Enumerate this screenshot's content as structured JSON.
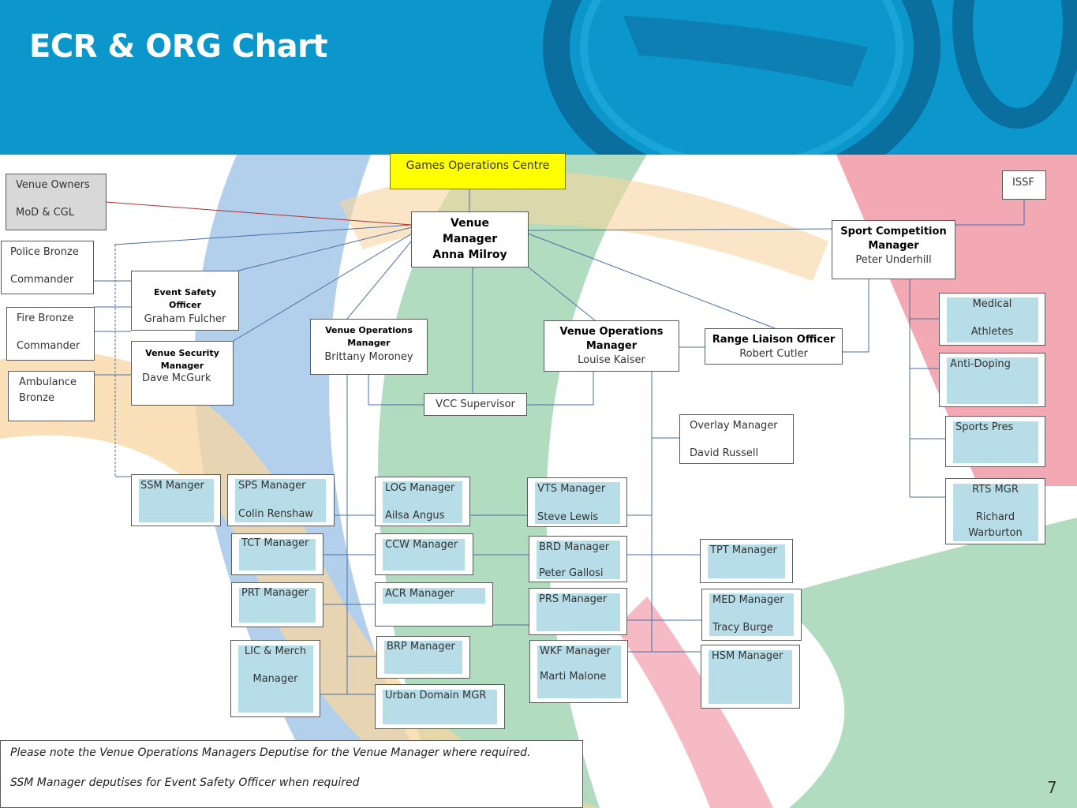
{
  "header": {
    "title": "ECR & ORG Chart"
  },
  "boxes": {
    "goc": "Games Operations Centre",
    "venue_owners": [
      "Venue Owners",
      "MoD & CGL"
    ],
    "police": [
      "Police Bronze",
      "Commander"
    ],
    "fire": [
      "Fire Bronze",
      "Commander"
    ],
    "ambulance": [
      "Ambulance",
      "Bronze"
    ],
    "venue_manager": [
      "Venue",
      "Manager",
      "Anna Milroy"
    ],
    "event_safety": [
      "Event Safety",
      "Officer",
      "Graham Fulcher"
    ],
    "venue_security": [
      "Venue Security",
      "Manager",
      "Dave McGurk"
    ],
    "vom1": [
      "Venue Operations",
      "Manager",
      "Brittany Moroney"
    ],
    "vom2": [
      "Venue Operations",
      "Manager",
      "Louise Kaiser"
    ],
    "vcc": "VCC Supervisor",
    "range_liaison": [
      "Range Liaison Officer",
      "Robert Cutler"
    ],
    "sport_comp": [
      "Sport Competition",
      "Manager",
      "Peter Underhill"
    ],
    "issf": "ISSF",
    "medical": [
      "Medical",
      "Athletes"
    ],
    "anti_doping": "Anti-Doping",
    "sports_pres": "Sports Pres",
    "rts": [
      "RTS MGR",
      "Richard",
      "Warburton"
    ],
    "overlay": [
      "Overlay Manager",
      "David Russell"
    ],
    "ssm": "SSM Manger",
    "sps": [
      "SPS Manager",
      "Colin Renshaw"
    ],
    "tct": "TCT Manager",
    "prt": "PRT Manager",
    "lic": [
      "LIC & Merch",
      "Manager"
    ],
    "log": [
      "LOG Manager",
      "Ailsa Angus"
    ],
    "ccw": "CCW Manager",
    "acr": "ACR Manager",
    "brp": "BRP Manager",
    "urban": "Urban Domain MGR",
    "vts": [
      "VTS Manager",
      "Steve Lewis"
    ],
    "brd": [
      "BRD Manager",
      "Peter Gallosi"
    ],
    "prs": "PRS Manager",
    "wkf": [
      "WKF Manager",
      "Marti Malone"
    ],
    "tpt": "TPT Manager",
    "med": [
      "MED Manager",
      "Tracy Burge"
    ],
    "hsm": "HSM Manager"
  },
  "notes": [
    "Please note the Venue Operations Managers Deputise for the Venue Manager where required.",
    "SSM Manager deputises for Event Safety Officer when required"
  ],
  "page_number": "7",
  "colors": {
    "banner": "#0b96cc",
    "goc": "#ffff00",
    "cell": "#b6dde8",
    "owners": "#d8d8d8",
    "line": "#4a6fa5",
    "owner_line": "#b03030"
  }
}
